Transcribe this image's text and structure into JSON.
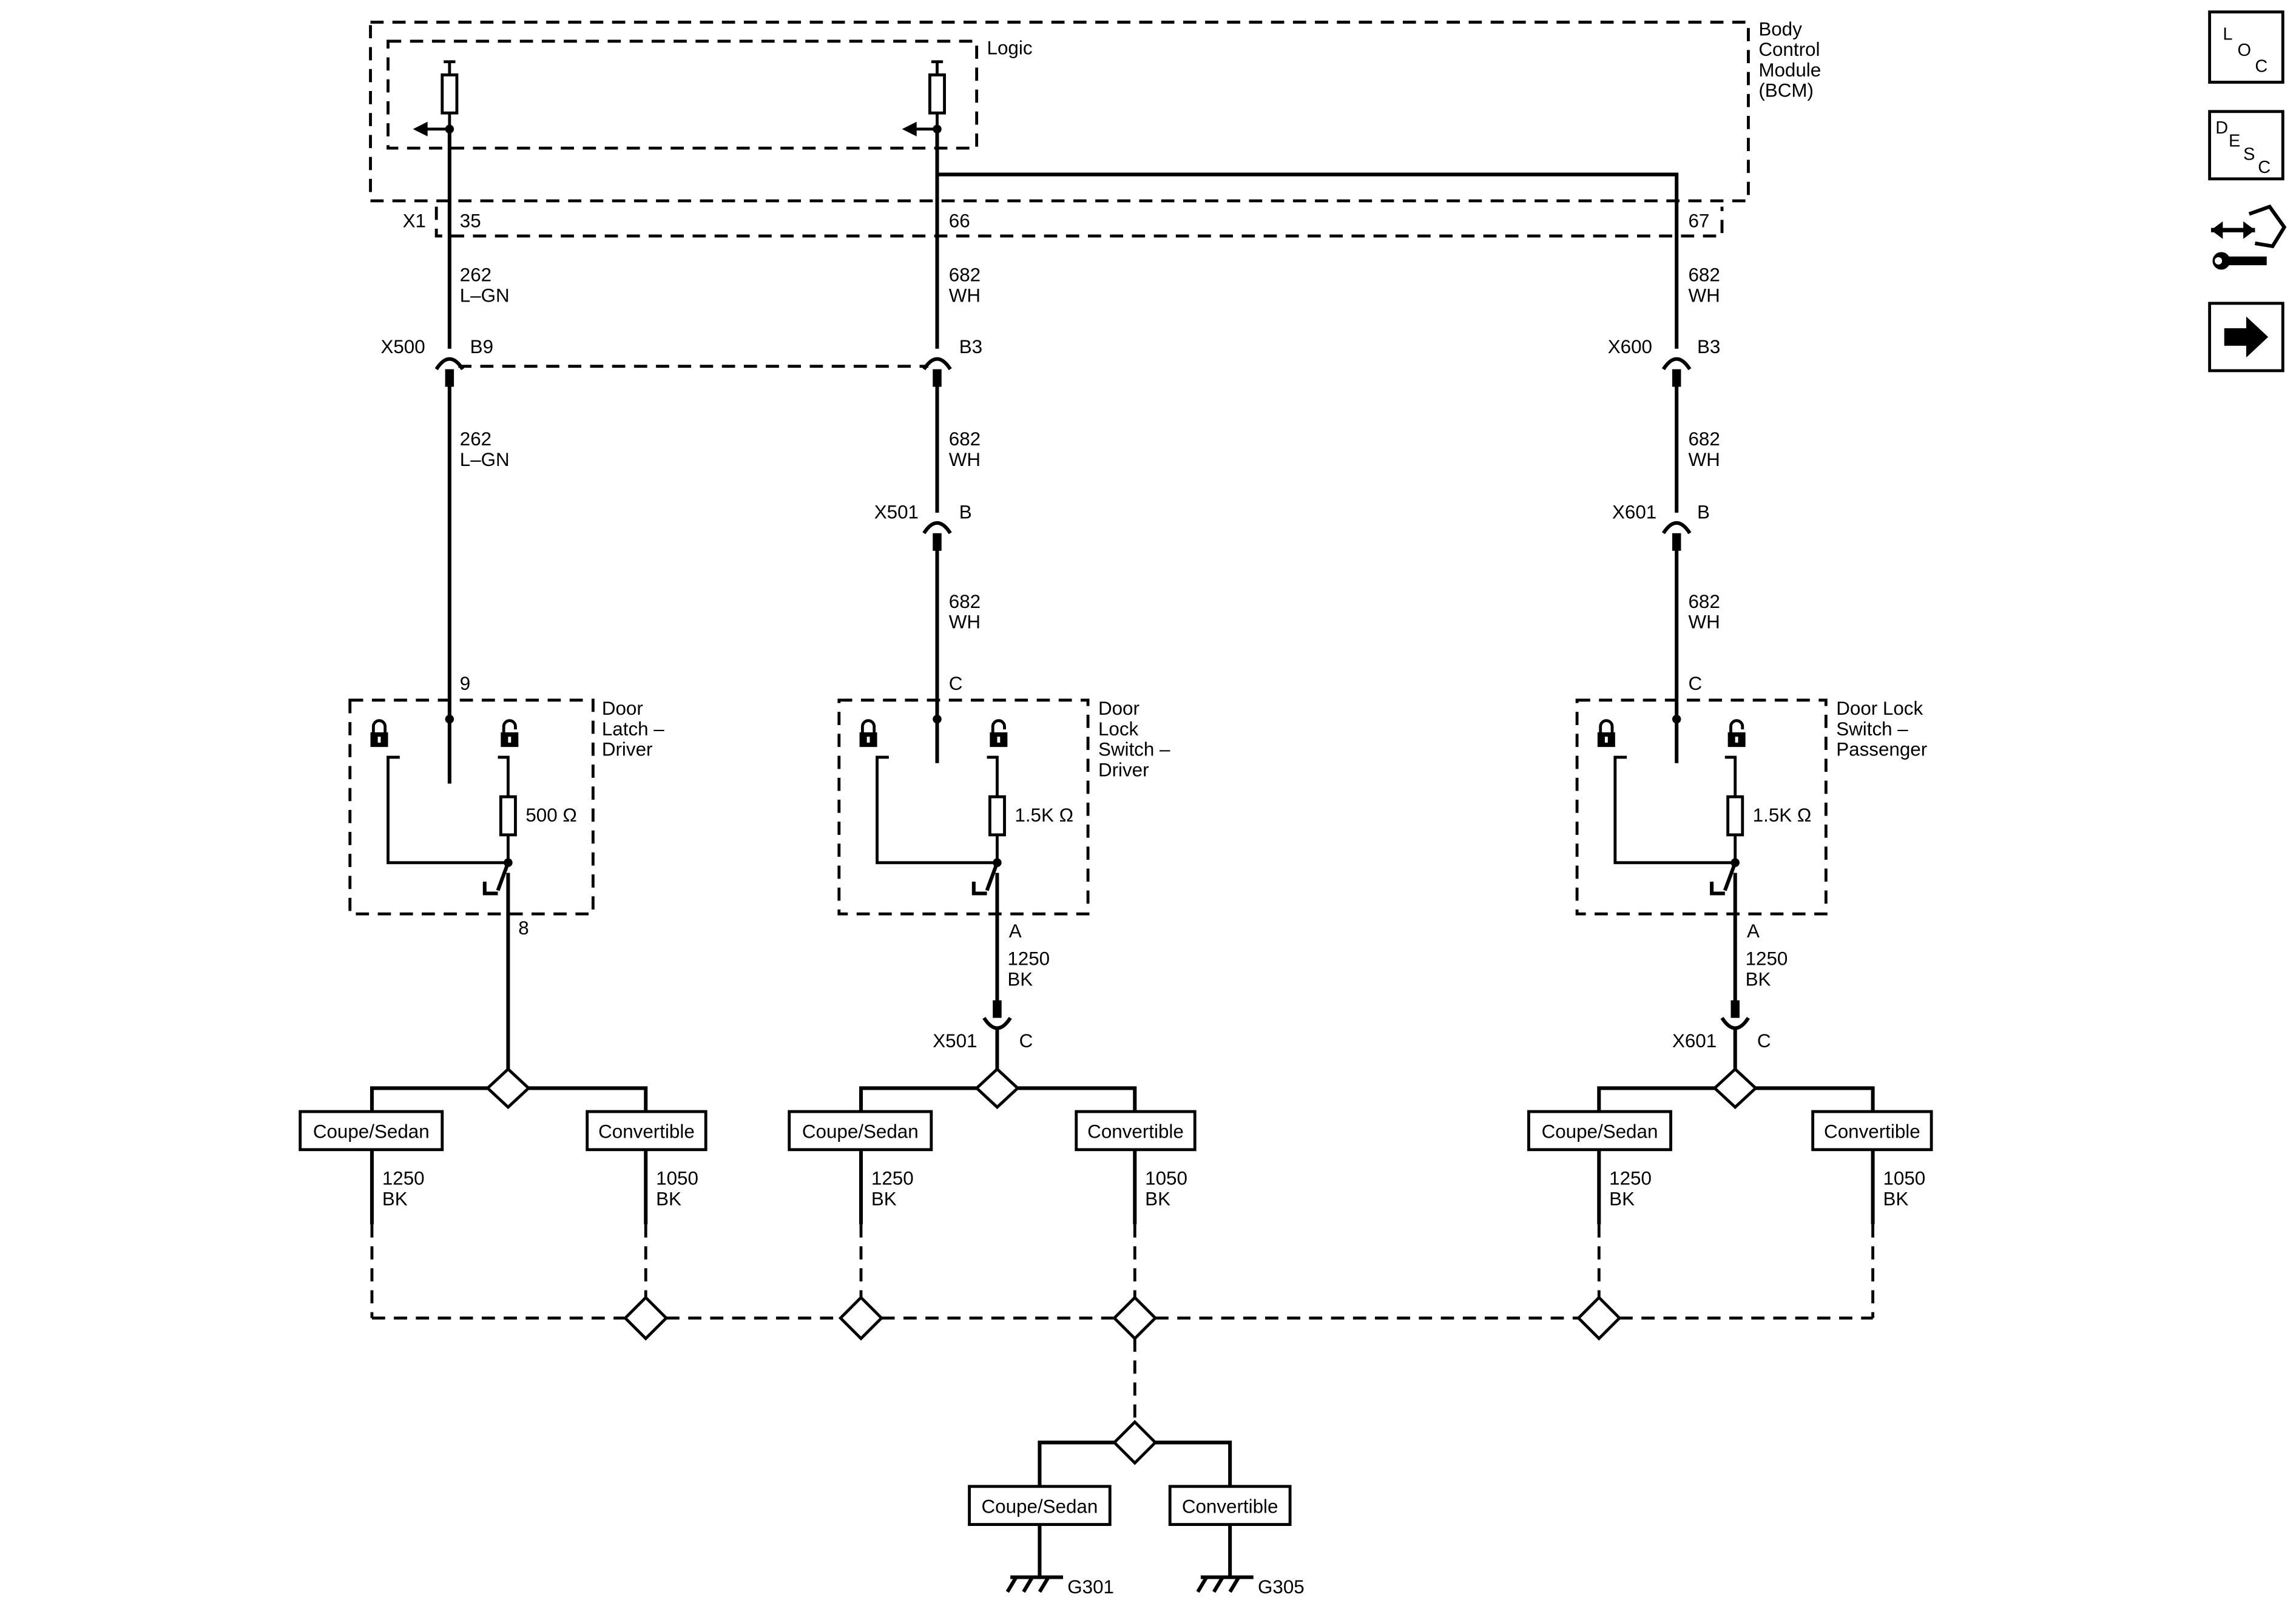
{
  "bcm": {
    "name_line1": "Body",
    "name_line2": "Control",
    "name_line3": "Module",
    "name_line4": "(BCM)",
    "logic": "Logic",
    "connector": "X1",
    "pin_a": "35",
    "pin_b": "66",
    "pin_c": "67"
  },
  "wires": {
    "lgn_num": "262",
    "lgn_color": "L–GN",
    "wh_num": "682",
    "wh_color": "WH",
    "bk_num_1250": "1250",
    "bk_num_1050": "1050",
    "bk_color": "BK"
  },
  "connectors": {
    "x500": "X500",
    "x500_pin_b9": "B9",
    "x500_pin_b3": "B3",
    "x600": "X600",
    "x600_pin": "B3",
    "x501": "X501",
    "x501_pin_b": "B",
    "x501_pin_c": "C",
    "x601": "X601",
    "x601_pin_b": "B",
    "x601_pin_c": "C"
  },
  "components": {
    "latch": {
      "line1": "Door",
      "line2": "Latch –",
      "line3": "Driver",
      "pin_top": "9",
      "pin_bottom": "8",
      "resistor": "500 Ω"
    },
    "switch_driver": {
      "line1": "Door",
      "line2": "Lock",
      "line3": "Switch –",
      "line4": "Driver",
      "pin_top": "C",
      "pin_bottom": "A",
      "resistor": "1.5K Ω"
    },
    "switch_passenger": {
      "line1": "Door Lock",
      "line2": "Switch –",
      "line3": "Passenger",
      "pin_top": "C",
      "pin_bottom": "A",
      "resistor": "1.5K Ω"
    }
  },
  "options": {
    "coupe_sedan": "Coupe/Sedan",
    "convertible": "Convertible"
  },
  "grounds": {
    "g301": "G301",
    "g305": "G305"
  },
  "nav": [
    {
      "name": "loc-icon",
      "l1": "L",
      "l2": "O",
      "l3": "C"
    },
    {
      "name": "desc-icon",
      "l1": "D",
      "l2": "E",
      "l3": "S",
      "l4": "C"
    },
    {
      "name": "connector-tools-icon"
    },
    {
      "name": "next-arrow-icon"
    }
  ]
}
